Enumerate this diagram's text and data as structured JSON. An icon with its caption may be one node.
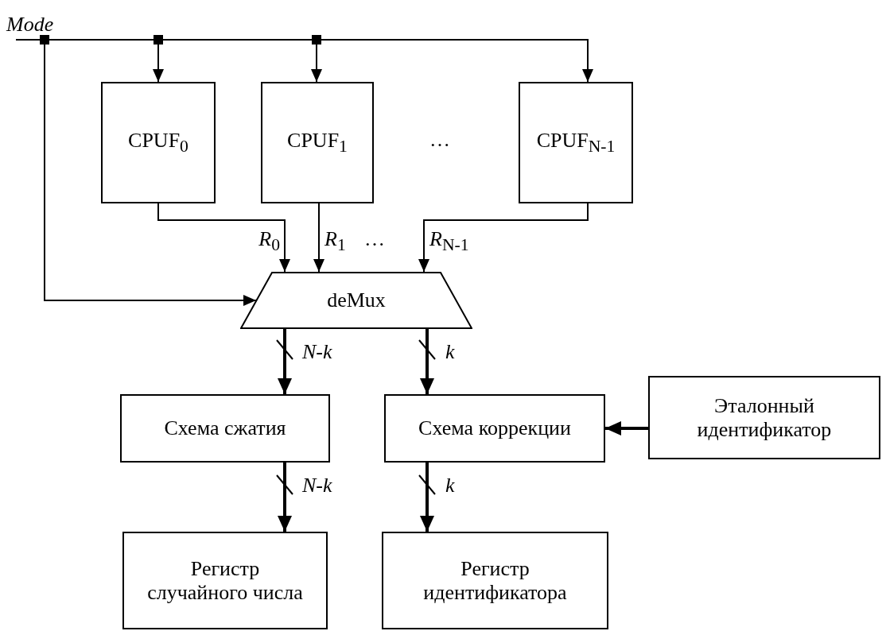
{
  "diagram": {
    "nodes": [
      {
        "text": [
          "Mode"
        ]
      },
      {
        "text": [
          "CPUF$_{0}$"
        ]
      },
      {
        "text": [
          "CPUF$_{1}$"
        ]
      },
      {
        "text": [
          "CPUF$_{N-1}$"
        ]
      },
      {
        "text": [
          "deMux"
        ]
      },
      {
        "text": [
          "Схема сжатия"
        ]
      },
      {
        "text": [
          "Схема коррекции"
        ]
      },
      {
        "text": [
          "Эталонный идентификатор"
        ]
      },
      {
        "text": [
          "Регистр случайного числа"
        ]
      },
      {
        "text": [
          "Регистр идентификатора"
        ]
      }
    ],
    "edges": [
      {
        "from": 0,
        "to": 1,
        "arrow": "to"
      },
      {
        "from": 0,
        "to": 2,
        "arrow": "to"
      },
      {
        "from": 0,
        "to": 3,
        "arrow": "to"
      },
      {
        "from": 0,
        "to": 4,
        "arrow": "to"
      },
      {
        "from": 1,
        "to": 4,
        "arrow": "to",
        "label": "*R*$_{0}$"
      },
      {
        "from": 2,
        "to": 4,
        "arrow": "to",
        "label": "*R*$_{1}$"
      },
      {
        "from": 3,
        "to": 4,
        "arrow": "to",
        "label": "*R*$_{N-1}$"
      },
      {
        "from": 4,
        "to": 5,
        "arrow": "to",
        "style": "thick",
        "label": "N-k"
      },
      {
        "from": 4,
        "to": 6,
        "arrow": "to",
        "style": "thick",
        "label": "k"
      },
      {
        "from": 7,
        "to": 6,
        "arrow": "to",
        "style": "thick"
      },
      {
        "from": 5,
        "to": 8,
        "arrow": "to",
        "style": "thick",
        "label": "N-k"
      },
      {
        "from": 6,
        "to": 9,
        "arrow": "to",
        "style": "thick",
        "label": "k"
      }
    ],
    "labels": [
      "…",
      "…"
    ]
  }
}
